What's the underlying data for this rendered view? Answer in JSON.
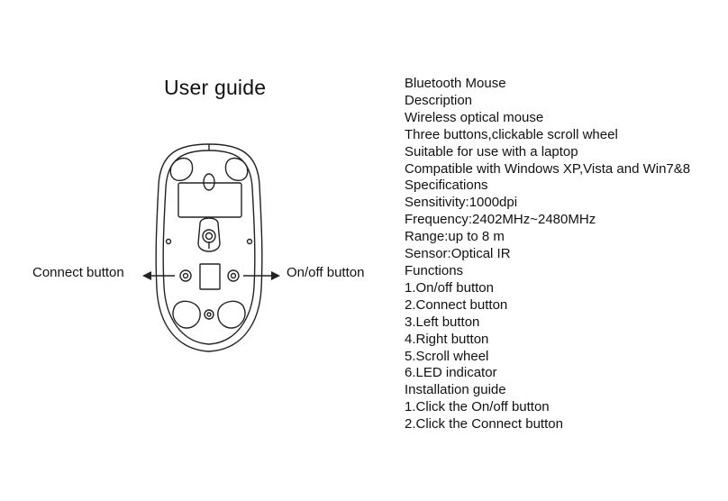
{
  "guide": {
    "title": "User guide",
    "callouts": {
      "connect": "Connect button",
      "onoff": "On/off  button"
    },
    "lines": [
      "Bluetooth Mouse",
      "Description",
      "Wireless optical mouse",
      "Three buttons,clickable scroll wheel",
      "Suitable for use with a laptop",
      "Compatible with Windows XP,Vista and Win7&8",
      "Specifications",
      "Sensitivity:1000dpi",
      "Frequency:2402MHz~2480MHz",
      "Range:up to 8 m",
      "Sensor:Optical IR",
      "Functions",
      "1.On/off  button",
      "2.Connect  button",
      "3.Left button",
      "4.Right button",
      "5.Scroll wheel",
      "6.LED indicator",
      "Installation guide",
      "1.Click the On/off  button",
      "2.Click the Connect button"
    ]
  },
  "colors": {
    "text": "#111111",
    "line": "#222222",
    "background": "#ffffff"
  },
  "icons": {
    "arrow_left": "arrow-left-icon",
    "arrow_right": "arrow-right-icon"
  }
}
